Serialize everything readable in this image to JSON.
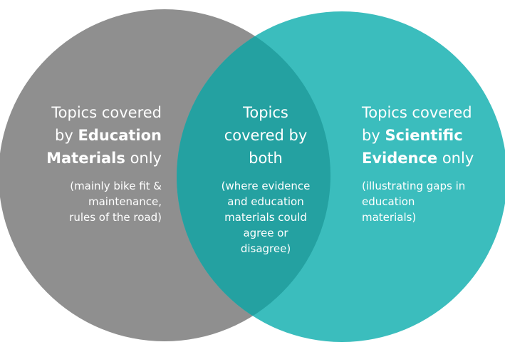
{
  "colors": {
    "left_circle": "#8f8f8f",
    "right_circle": "#3bbdbd",
    "overlap": "#24a1a1",
    "text": "#ffffff"
  },
  "left": {
    "line1": "Topics covered",
    "line2_pre": "by ",
    "line2_bold": "Education",
    "line3_bold": "Materials",
    "line3_post": " only",
    "sub1": "(mainly bike fit &",
    "sub2": "maintenance,",
    "sub3": "rules of the road)"
  },
  "center": {
    "line1": "Topics",
    "line2": "covered by",
    "line3": "both",
    "sub1": "(where evidence",
    "sub2": "and education",
    "sub3": "materials could",
    "sub4": "agree or",
    "sub5": "disagree)"
  },
  "right": {
    "line1": "Topics covered",
    "line2_pre": "by ",
    "line2_bold": "Scientific",
    "line3_bold": "Evidence",
    "line3_post": " only",
    "sub1": "(illustrating gaps in",
    "sub2": "education",
    "sub3": "materials)"
  }
}
